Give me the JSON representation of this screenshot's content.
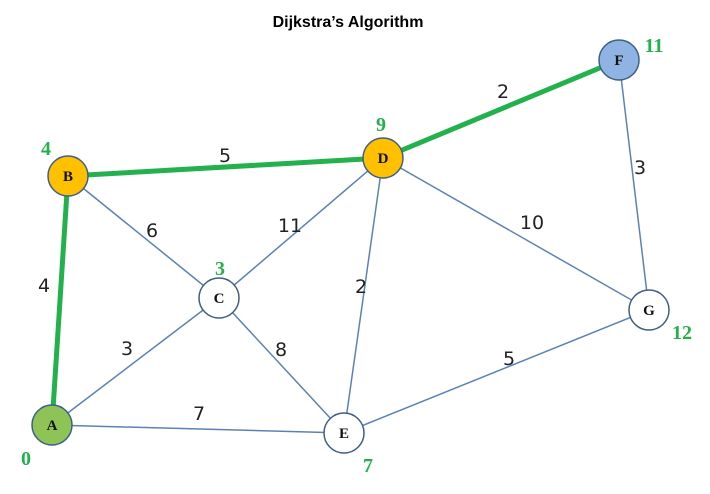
{
  "title": "Dijkstra’s Algorithm",
  "colors": {
    "edge": "#5b82b4",
    "path": "#22b14c",
    "distance": "#22b14c",
    "node_stroke": "#3e5f86",
    "node_default": "#ffffff",
    "node_start": "#8dc455",
    "node_visited": "#ffc000",
    "node_target": "#8fb4e3"
  },
  "nodes": [
    {
      "id": "A",
      "label": "A",
      "distance": "0",
      "status": "start"
    },
    {
      "id": "B",
      "label": "B",
      "distance": "4",
      "status": "visited"
    },
    {
      "id": "C",
      "label": "C",
      "distance": "3",
      "status": "default"
    },
    {
      "id": "D",
      "label": "D",
      "distance": "9",
      "status": "visited"
    },
    {
      "id": "E",
      "label": "E",
      "distance": "7",
      "status": "default"
    },
    {
      "id": "F",
      "label": "F",
      "distance": "11",
      "status": "target"
    },
    {
      "id": "G",
      "label": "G",
      "distance": "12",
      "status": "default"
    }
  ],
  "edges": [
    {
      "from": "A",
      "to": "B",
      "weight": "4",
      "on_path": true
    },
    {
      "from": "A",
      "to": "C",
      "weight": "3",
      "on_path": false
    },
    {
      "from": "A",
      "to": "E",
      "weight": "7",
      "on_path": false
    },
    {
      "from": "B",
      "to": "C",
      "weight": "6",
      "on_path": false
    },
    {
      "from": "B",
      "to": "D",
      "weight": "5",
      "on_path": true
    },
    {
      "from": "C",
      "to": "D",
      "weight": "11",
      "on_path": false
    },
    {
      "from": "C",
      "to": "E",
      "weight": "8",
      "on_path": false
    },
    {
      "from": "D",
      "to": "E",
      "weight": "2",
      "on_path": false
    },
    {
      "from": "D",
      "to": "G",
      "weight": "10",
      "on_path": false
    },
    {
      "from": "D",
      "to": "F",
      "weight": "2",
      "on_path": true
    },
    {
      "from": "F",
      "to": "G",
      "weight": "3",
      "on_path": false
    },
    {
      "from": "E",
      "to": "G",
      "weight": "5",
      "on_path": false
    }
  ]
}
